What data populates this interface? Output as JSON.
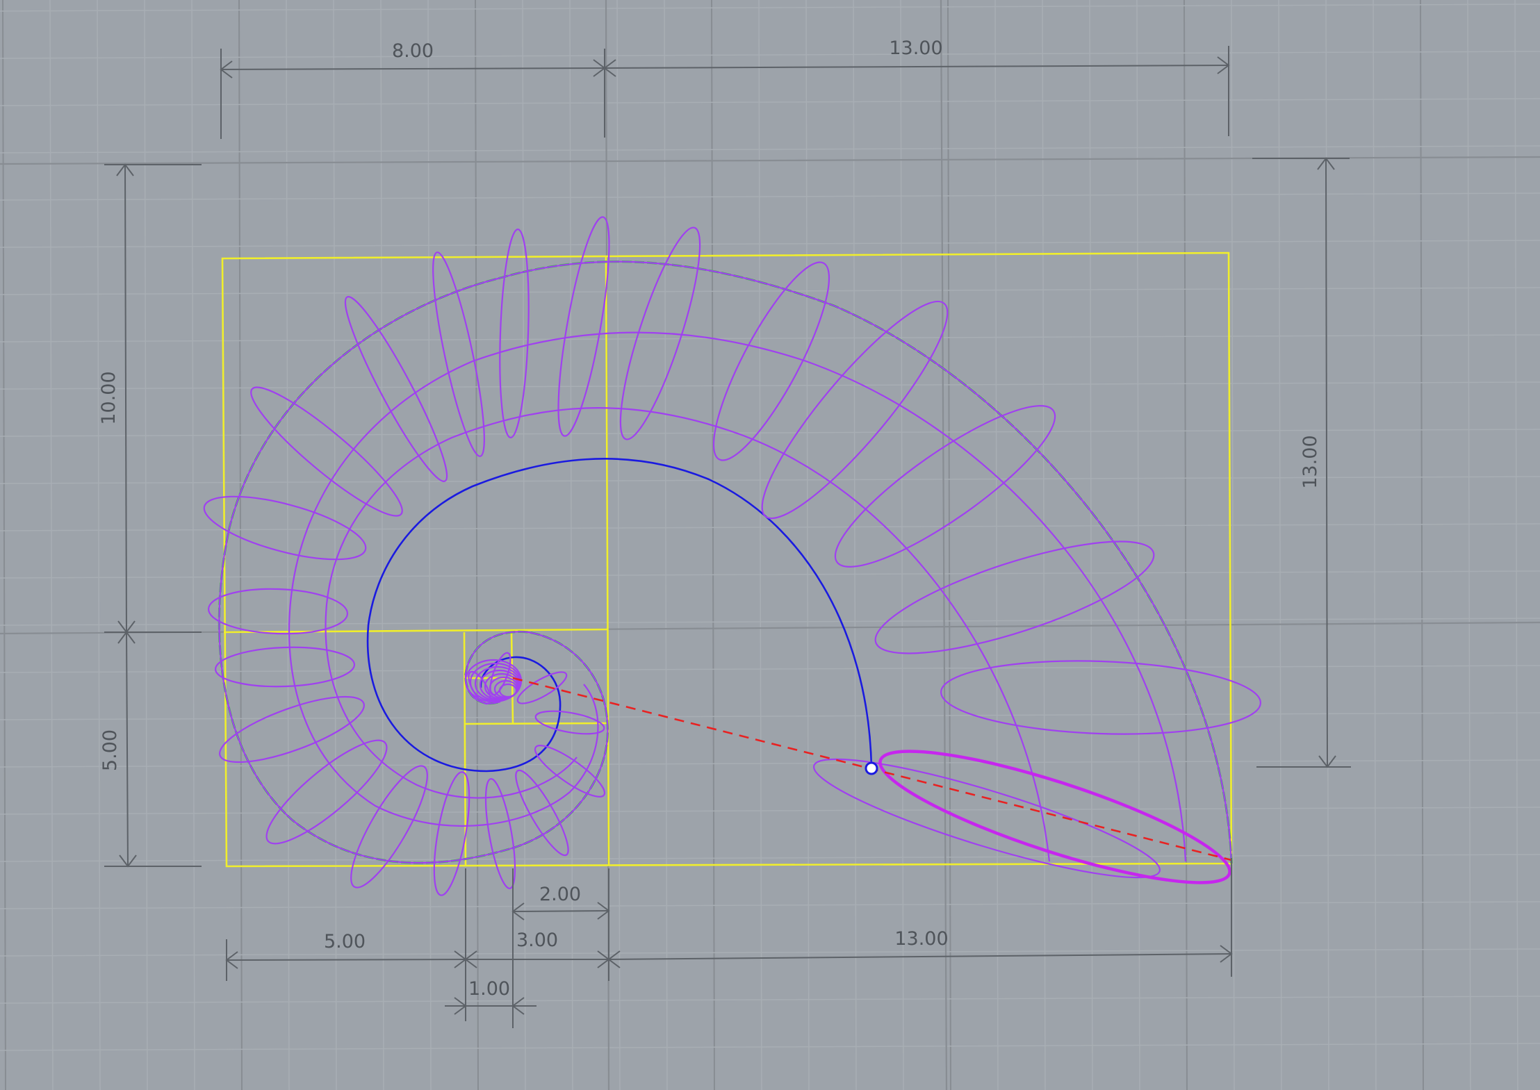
{
  "viewport": {
    "background": "#9da3aa",
    "colors": {
      "grid_minor": "#a8aeb4",
      "grid_major": "#888d93",
      "dimension": "#5d6268",
      "rectangle": "#f0ee2c",
      "shell_wire": "#a040f0",
      "axis_curve": "#1a1ae0",
      "edge_curve": "#3fb84a",
      "profile_highlight": "#c626ee",
      "guide_line": "#e82222",
      "point_marker": "#ffffff"
    }
  },
  "dimensions": {
    "top_left": "8.00",
    "top_right": "13.00",
    "left_upper": "10.00",
    "left_lower": "5.00",
    "right": "13.00",
    "bottom_left": "5.00",
    "bottom_mid_upper": "2.00",
    "bottom_mid_lower": "3.00",
    "bottom_small": "1.00",
    "bottom_right": "13.00"
  }
}
